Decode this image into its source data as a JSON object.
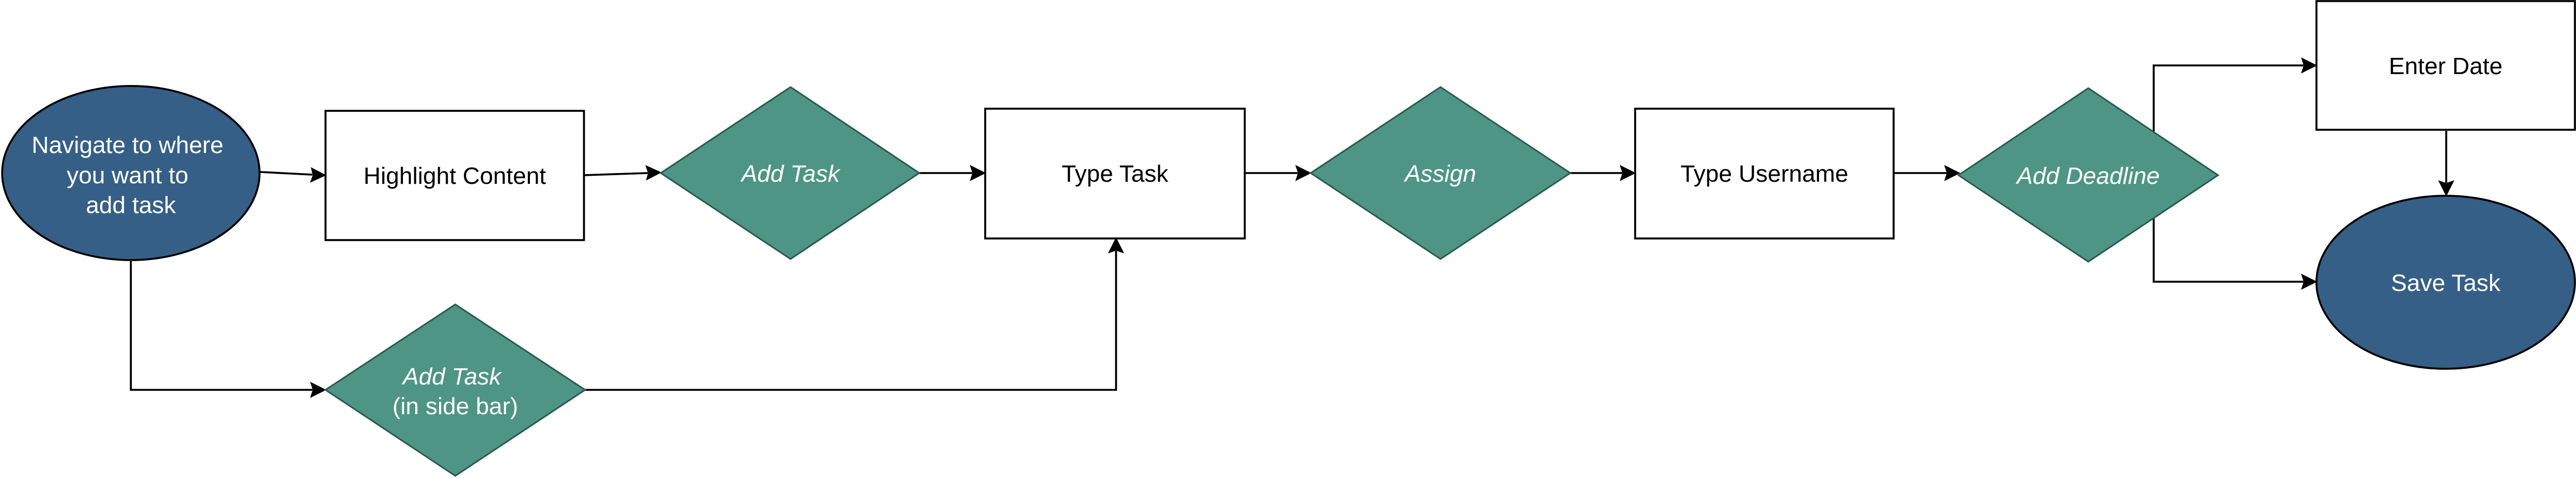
{
  "nodes": {
    "start": {
      "lines": [
        "Navigate to where",
        "you want to",
        "add task"
      ]
    },
    "highlight": {
      "label": "Highlight Content"
    },
    "add_task": {
      "label": "Add Task"
    },
    "add_task_sidebar": {
      "lines": [
        "Add Task",
        "(in side bar)"
      ]
    },
    "type_task": {
      "label": "Type Task"
    },
    "assign": {
      "label": "Assign"
    },
    "type_username": {
      "label": "Type Username"
    },
    "add_deadline": {
      "label": "Add Deadline"
    },
    "enter_date": {
      "label": "Enter Date"
    },
    "save_task": {
      "label": "Save Task"
    }
  },
  "colors": {
    "decision_fill": "#4e9585",
    "terminal_fill": "#355f86",
    "process_fill": "#ffffff",
    "line": "#000000",
    "text_light": "#ffffff",
    "text_dark": "#000000"
  }
}
